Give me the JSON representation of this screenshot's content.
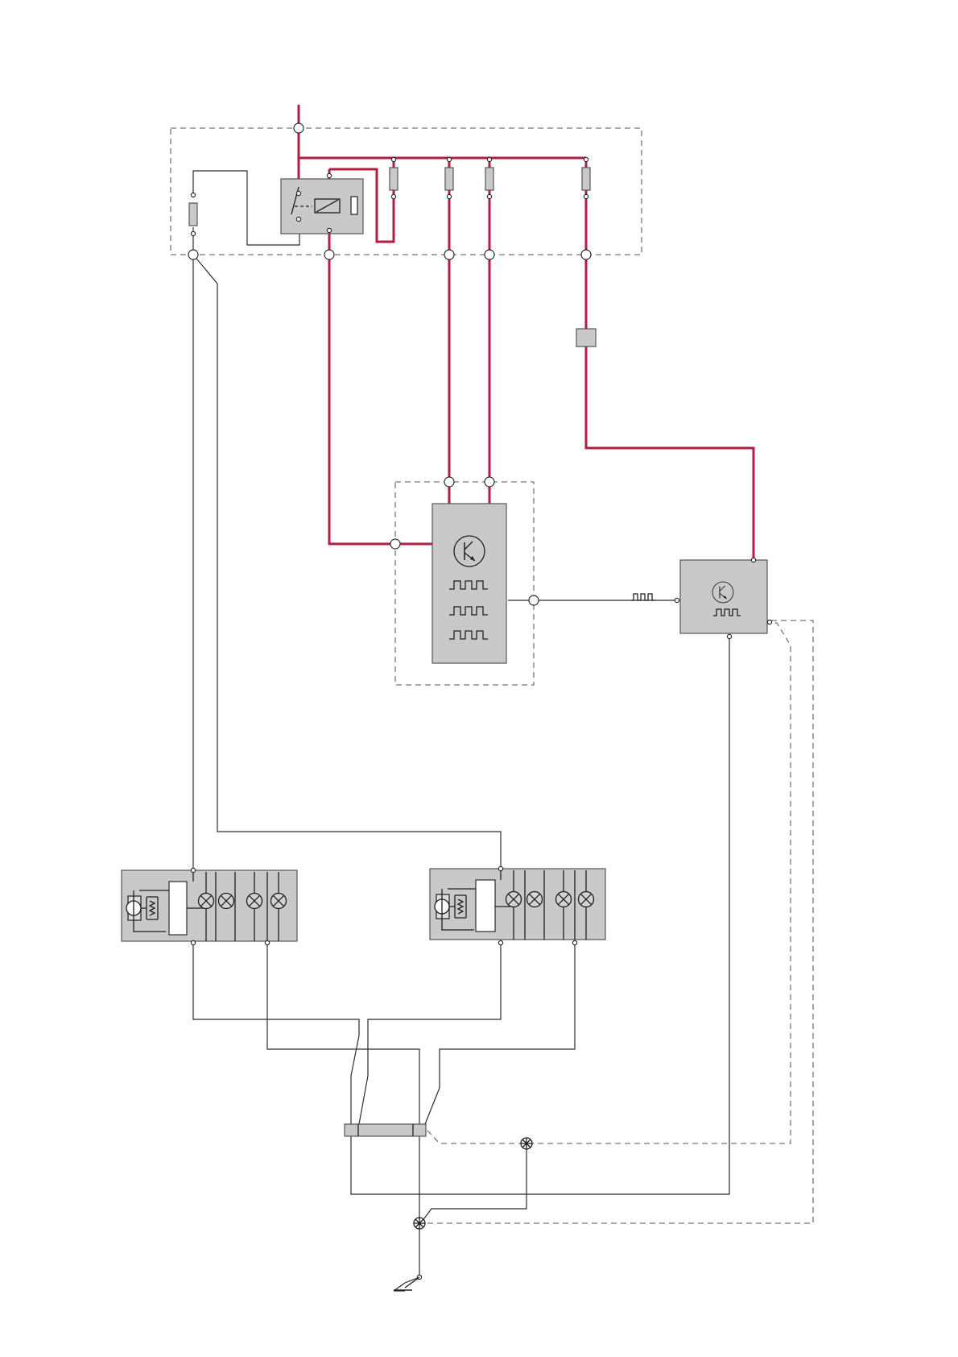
{
  "colors": {
    "power_wire": "#b01e42",
    "signal_wire": "#2b2b2b",
    "component_fill": "#c9c9c9",
    "enclosure_outline": "#777777",
    "background": "#ffffff"
  },
  "diagram": {
    "elements": [
      "relay-fuse-box-enclosure",
      "relay",
      "fuse",
      "inline-connector",
      "electronic-control-module",
      "secondary-control-module",
      "switch-panel",
      "splice-connector",
      "ground-junction",
      "chassis-ground"
    ],
    "signal_link": {
      "from": "electronic-control-module",
      "to": "secondary-control-module",
      "icon": "pulse-signal-icon"
    }
  }
}
